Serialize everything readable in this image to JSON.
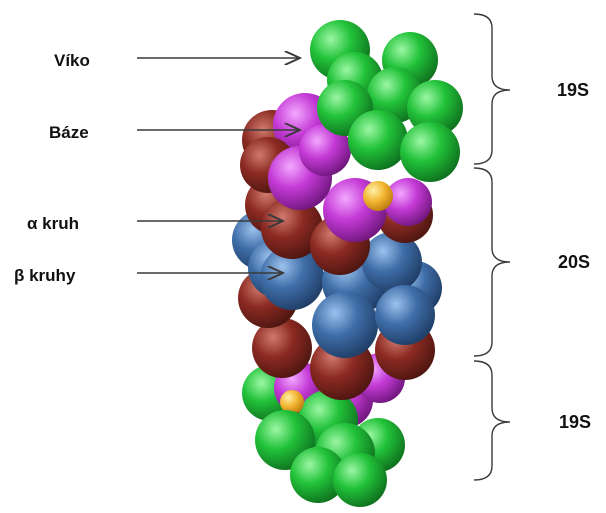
{
  "labels": {
    "lid": "Víko",
    "base": "Báze",
    "alpha_ring": "α kruh",
    "beta_rings": "β kruhy"
  },
  "segments": {
    "top_cap": "19S",
    "core": "20S",
    "bottom_cap": "19S"
  },
  "colors": {
    "lid": "#22c23a",
    "base": "#c43ad6",
    "alpha": "#8b2a22",
    "beta": "#3f6ea8",
    "atp": "#f2b531",
    "line": "#3a3a3a"
  }
}
